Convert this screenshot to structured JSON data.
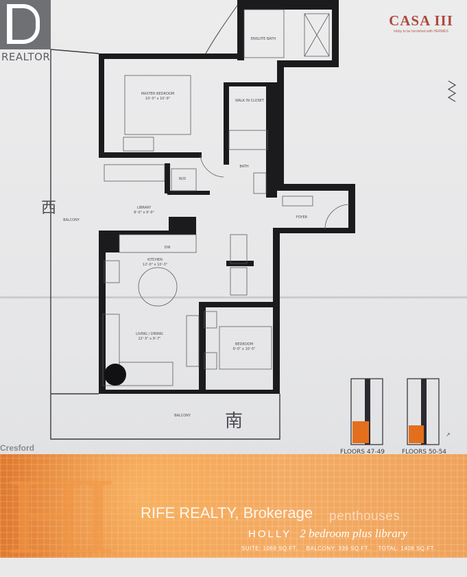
{
  "badge": {
    "label": "REALTOR"
  },
  "logo": {
    "name": "CASA III",
    "tagline": "lobby to be furnished with HERMES"
  },
  "rooms": {
    "master": {
      "name": "MASTER BEDROOM",
      "size": "10'-0\" x 10'-9\""
    },
    "ensuite": {
      "name": "ENSUITE BATH"
    },
    "walkin": {
      "name": "WALK IN CLOSET"
    },
    "bath": {
      "name": "BATH"
    },
    "library": {
      "name": "LIBRARY",
      "size": "8'-0\" x 9'-9\""
    },
    "wd": {
      "name": "W/D"
    },
    "kitchen": {
      "name": "KITCHEN",
      "size": "12'-0\" x 10'-3\""
    },
    "dw": {
      "name": "DW"
    },
    "living": {
      "name": "LIVING / DINING",
      "size": "22'-3\" x 9'-7\""
    },
    "bedroom": {
      "name": "BEDROOM",
      "size": "9'-0\" x 10'-5\""
    },
    "foyer": {
      "name": "FOYER"
    },
    "balcony_west": {
      "name": "BALCONY"
    },
    "balcony_south": {
      "name": "BALCONY"
    }
  },
  "annotations": {
    "west": "西",
    "south": "南"
  },
  "keyplans": [
    {
      "label": "FLOORS 47-49"
    },
    {
      "label": "FLOORS 50-54"
    }
  ],
  "builder": {
    "name": "Cresford"
  },
  "brochure": {
    "watermark": "RIFE REALTY, Brokerage",
    "series": "penthouses",
    "unit_name": "HOLLY",
    "unit_type": "2 bedroom plus library",
    "suite": "SUITE: 1069 SQ.FT.",
    "balcony": "BALCONY: 339 SQ.FT.",
    "total": "TOTAL: 1408 SQ.FT."
  },
  "colors": {
    "wall": "#1b1b1e",
    "band": "#f19b4c",
    "keyplan_highlight": "#e36f1c",
    "logo": "#b0483e"
  }
}
